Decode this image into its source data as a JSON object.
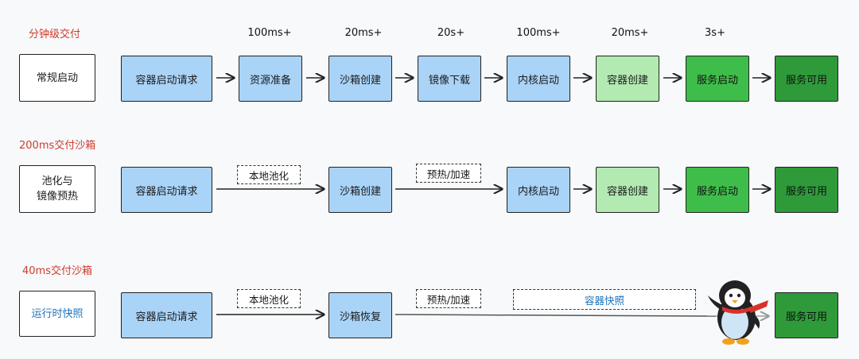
{
  "times": [
    "100ms+",
    "20ms+",
    "20s+",
    "100ms+",
    "20ms+",
    "3s+"
  ],
  "row1": {
    "section_title": "分钟级交付",
    "label": "常规启动",
    "steps": [
      "容器启动请求",
      "资源准备",
      "沙箱创建",
      "镜像下载",
      "内核启动",
      "容器创建",
      "服务启动",
      "服务可用"
    ]
  },
  "row2": {
    "section_title": "200ms交付沙箱",
    "label_line1": "池化与",
    "label_line2": "镜像预热",
    "steps": [
      "容器启动请求",
      "沙箱创建",
      "内核启动",
      "容器创建",
      "服务启动",
      "服务可用"
    ],
    "notes": [
      "本地池化",
      "预热/加速"
    ]
  },
  "row3": {
    "section_title": "40ms交付沙箱",
    "label": "运行时快照",
    "steps": [
      "容器启动请求",
      "沙箱恢复",
      "服务可用"
    ],
    "notes": [
      "本地池化",
      "预热/加速",
      "容器快照"
    ]
  },
  "colors": {
    "section_title": "#d23a2c",
    "snapshot_text": "#1e73be",
    "blue_box": "#a9d3f7",
    "light_green_box": "#b2eab2",
    "green_box": "#3fbd4a",
    "dark_green_box": "#2e9a3a"
  },
  "mascot_icon": "penguin-with-red-scarf"
}
